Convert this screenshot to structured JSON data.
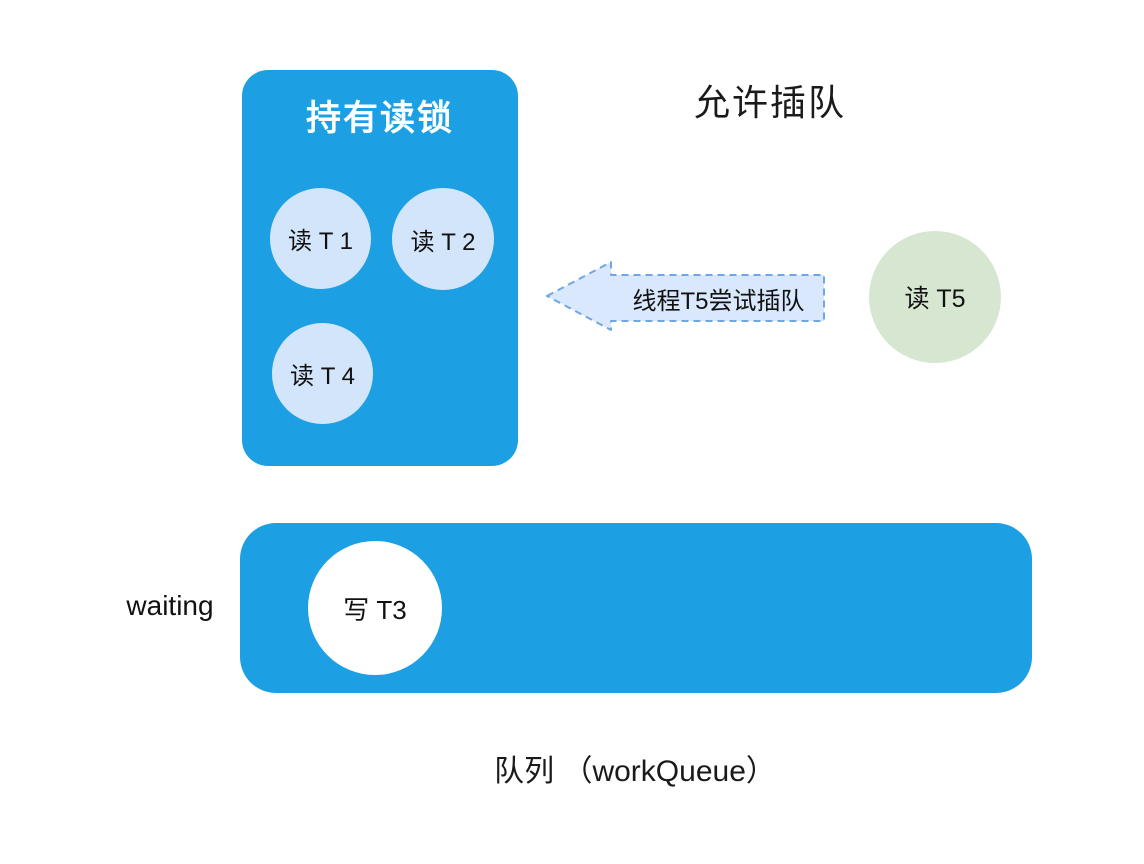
{
  "colors": {
    "primary_blue": "#1CA0E3",
    "light_blue_circle": "#D3E5FA",
    "arrow_fill": "#D9E8FC",
    "arrow_border": "#6FA6E3",
    "green_circle": "#D6E6D1",
    "white_circle": "#FFFFFF",
    "text_dark": "#1A1A1A",
    "title_white": "#FFFFFF"
  },
  "read_lock_box": {
    "title": "持有读锁",
    "threads": [
      {
        "label": "读 T 1"
      },
      {
        "label": "读 T 2"
      },
      {
        "label": "读 T 4"
      }
    ]
  },
  "labels": {
    "allow_jump": "允许插队"
  },
  "arrow": {
    "label": "线程T5尝试插队",
    "direction": "left"
  },
  "incoming_thread": {
    "label": "读 T5"
  },
  "queue": {
    "waiting_label": "waiting",
    "thread": {
      "label": "写 T3"
    },
    "caption": "队列 （workQueue）"
  }
}
